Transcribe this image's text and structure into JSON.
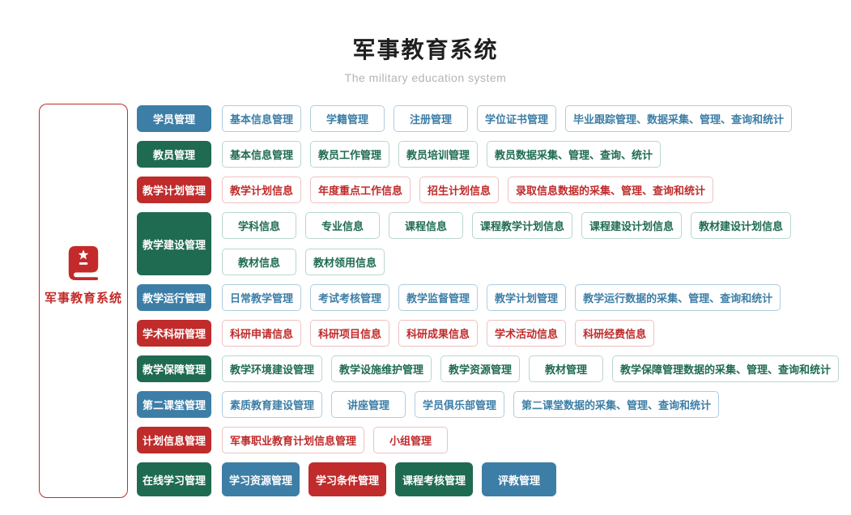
{
  "header": {
    "title": "军事教育系统",
    "subtitle": "The military education system"
  },
  "root": {
    "label": "军事教育系统",
    "icon": "book-star-icon"
  },
  "colors": {
    "blue": "#3d7ea6",
    "green": "#1f6b52",
    "red": "#c02b2b",
    "root_red": "#c42a2a",
    "blue_border": "#aecde0",
    "green_border": "#b9d8ca",
    "red_border": "#eec1c1"
  },
  "rows": [
    {
      "category": "学员管理",
      "color": "blue",
      "lines": [
        [
          "基本信息管理",
          "学籍管理",
          "注册管理",
          "学位证书管理",
          "毕业跟踪管理、数据采集、管理、查询和统计"
        ]
      ]
    },
    {
      "category": "教员管理",
      "color": "green",
      "lines": [
        [
          "基本信息管理",
          "教员工作管理",
          "教员培训管理",
          "教员数据采集、管理、查询、统计"
        ]
      ]
    },
    {
      "category": "教学计划管理",
      "color": "red",
      "lines": [
        [
          "教学计划信息",
          "年度重点工作信息",
          "招生计划信息",
          "录取信息数据的采集、管理、查询和统计"
        ]
      ]
    },
    {
      "category": "教学建设管理",
      "color": "green",
      "lines": [
        [
          "学科信息",
          "专业信息",
          "课程信息",
          "课程教学计划信息",
          "课程建设计划信息",
          "教材建设计划信息"
        ],
        [
          "教材信息",
          "教材领用信息"
        ]
      ]
    },
    {
      "category": "教学运行管理",
      "color": "blue",
      "lines": [
        [
          "日常教学管理",
          "考试考核管理",
          "教学监督管理",
          "教学计划管理",
          "教学运行数据的采集、管理、查询和统计"
        ]
      ]
    },
    {
      "category": "学术科研管理",
      "color": "red",
      "lines": [
        [
          "科研申请信息",
          "科研项目信息",
          "科研成果信息",
          "学术活动信息",
          "科研经费信息"
        ]
      ]
    },
    {
      "category": "教学保障管理",
      "color": "green",
      "lines": [
        [
          "教学环境建设管理",
          "教学设施维护管理",
          "教学资源管理",
          "教材管理",
          "教学保障管理数据的采集、管理、查询和统计"
        ]
      ]
    },
    {
      "category": "第二课堂管理",
      "color": "blue",
      "lines": [
        [
          "素质教育建设管理",
          "讲座管理",
          "学员俱乐部管理",
          "第二课堂数据的采集、管理、查询和统计"
        ]
      ]
    },
    {
      "category": "计划信息管理",
      "color": "red",
      "lines": [
        [
          "军事职业教育计划信息管理",
          "小组管理"
        ]
      ]
    },
    {
      "category": "在线学习管理",
      "color": "green",
      "filled": true,
      "lines": [
        [
          {
            "label": "学习资源管理",
            "color": "blue"
          },
          {
            "label": "学习条件管理",
            "color": "red"
          },
          {
            "label": "课程考核管理",
            "color": "green"
          },
          {
            "label": "评教管理",
            "color": "blue"
          }
        ]
      ]
    }
  ]
}
